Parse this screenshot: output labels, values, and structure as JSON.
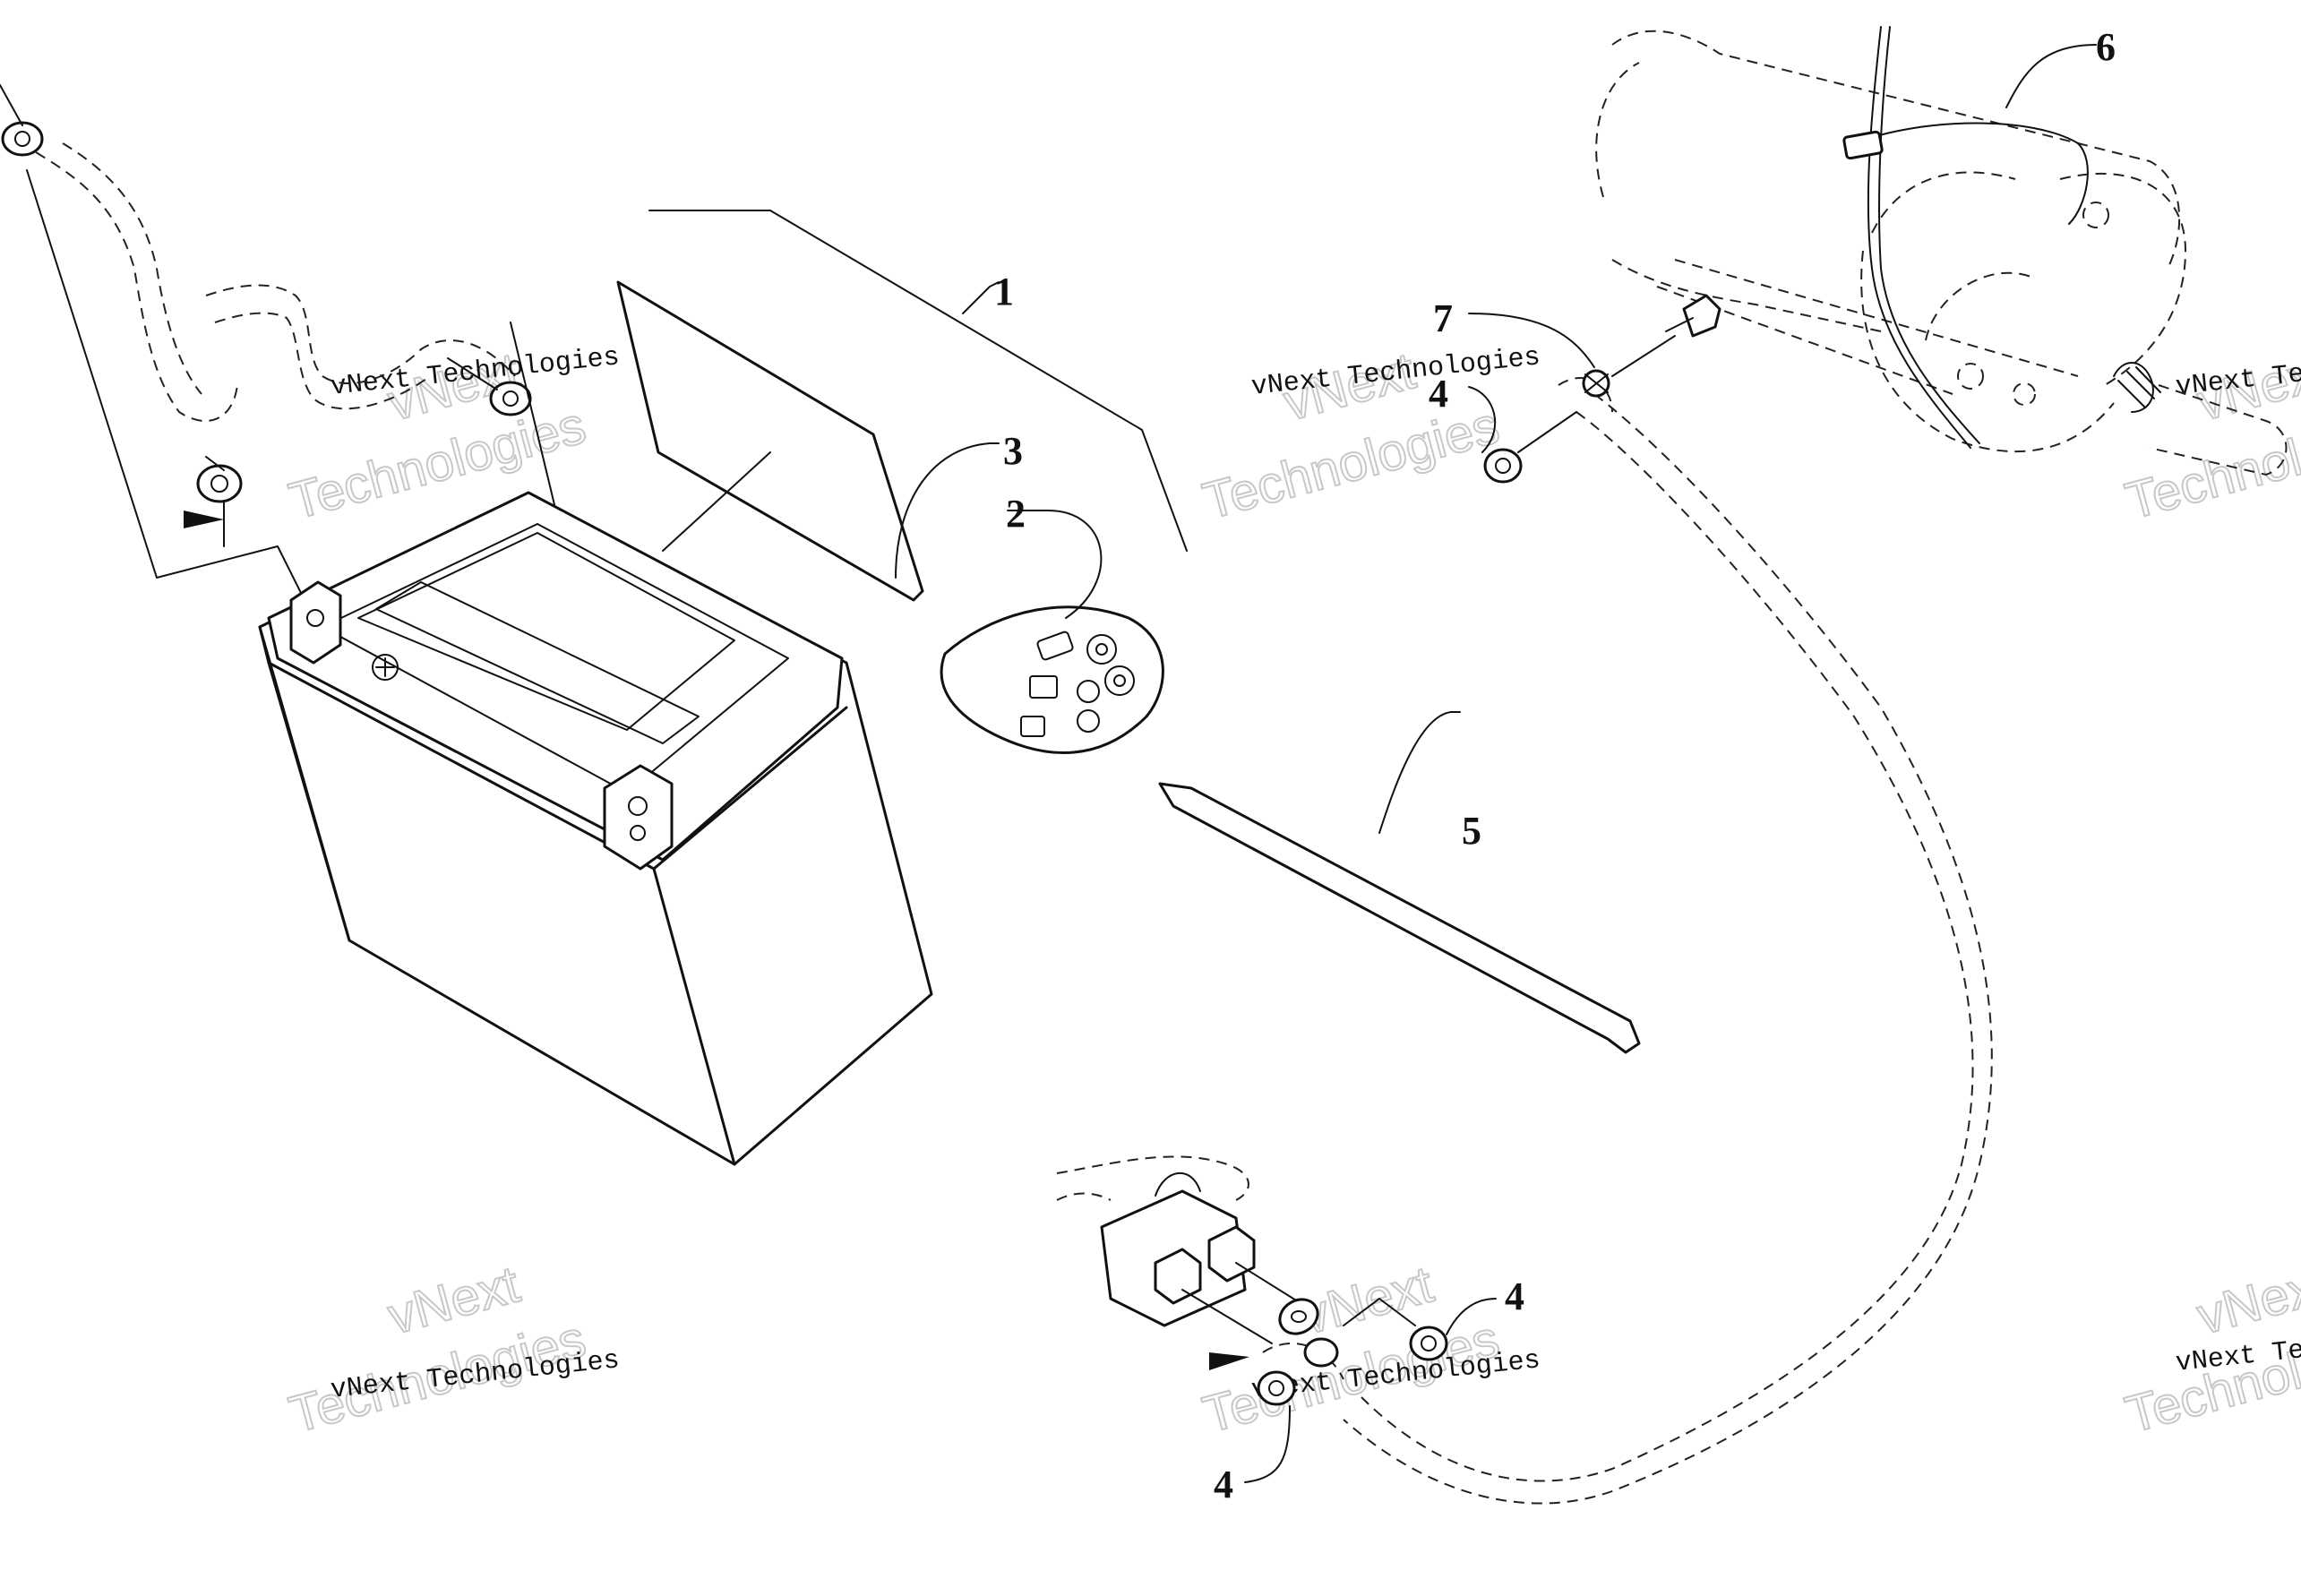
{
  "diagram": {
    "callouts": [
      {
        "id": "1",
        "label": "1"
      },
      {
        "id": "2",
        "label": "2"
      },
      {
        "id": "3",
        "label": "3"
      },
      {
        "id": "4a",
        "label": "4"
      },
      {
        "id": "4b",
        "label": "4"
      },
      {
        "id": "4c",
        "label": "4"
      },
      {
        "id": "5",
        "label": "5"
      },
      {
        "id": "6",
        "label": "6"
      },
      {
        "id": "7",
        "label": "7"
      }
    ],
    "watermark": {
      "line1": "vNext",
      "line2": "vNext Technologies",
      "line3": "Technologies"
    }
  }
}
